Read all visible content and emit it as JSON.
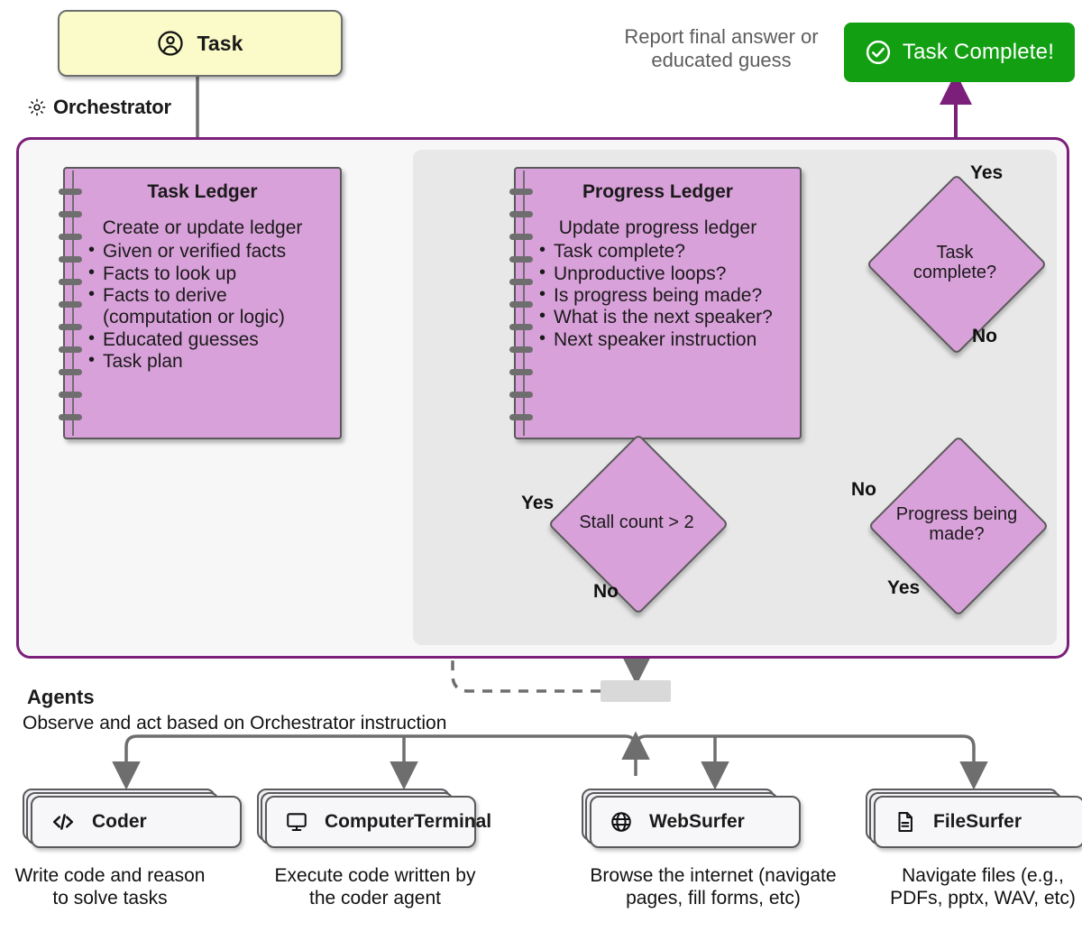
{
  "task": {
    "label": "Task",
    "icon": "user-circle-icon"
  },
  "orchestrator": {
    "label": "Orchestrator",
    "icon": "gear-icon"
  },
  "task_ledger": {
    "title": "Task Ledger",
    "subtitle": "Create or update ledger",
    "items": [
      "Given or verified facts",
      "Facts to look up",
      "Facts to derive (computation or logic)",
      "Educated guesses",
      "Task plan"
    ]
  },
  "progress_ledger": {
    "title": "Progress Ledger",
    "subtitle": "Update progress ledger",
    "items": [
      "Task complete?",
      "Unproductive loops?",
      "Is progress being made?",
      "What is the next speaker?",
      "Next speaker instruction"
    ]
  },
  "decisions": {
    "task_complete": {
      "label": "Task complete?",
      "yes": "Yes",
      "no": "No"
    },
    "progress_made": {
      "label": "Progress being made?",
      "yes": "Yes",
      "no": "No"
    },
    "stall": {
      "label": "Stall count > 2",
      "yes": "Yes",
      "no": "No"
    }
  },
  "completion": {
    "note": "Report final answer or educated guess",
    "badge_label": "Task Complete!",
    "badge_icon": "check-circle-icon",
    "badge_color": "#12a012"
  },
  "agents_section": {
    "title": "Agents",
    "subtitle": "Observe and act based on Orchestrator instruction"
  },
  "agents": [
    {
      "name": "Coder",
      "icon": "code-brackets-icon",
      "description": "Write code and reason to solve tasks"
    },
    {
      "name": "ComputerTerminal",
      "icon": "monitor-icon",
      "description": "Execute code written by the coder agent"
    },
    {
      "name": "WebSurfer",
      "icon": "globe-icon",
      "description": "Browse the internet (navigate pages, fill forms, etc)"
    },
    {
      "name": "FileSurfer",
      "icon": "document-icon",
      "description": "Navigate files (e.g., PDFs, pptx, WAV, etc)"
    }
  ],
  "colors": {
    "orchestrator_border": "#7b1f7b",
    "ledger_fill": "#d9a1da",
    "task_fill": "#fbfbc9",
    "accent_purple": "#7b1f7b",
    "wire_gray": "#6e6e6e"
  }
}
